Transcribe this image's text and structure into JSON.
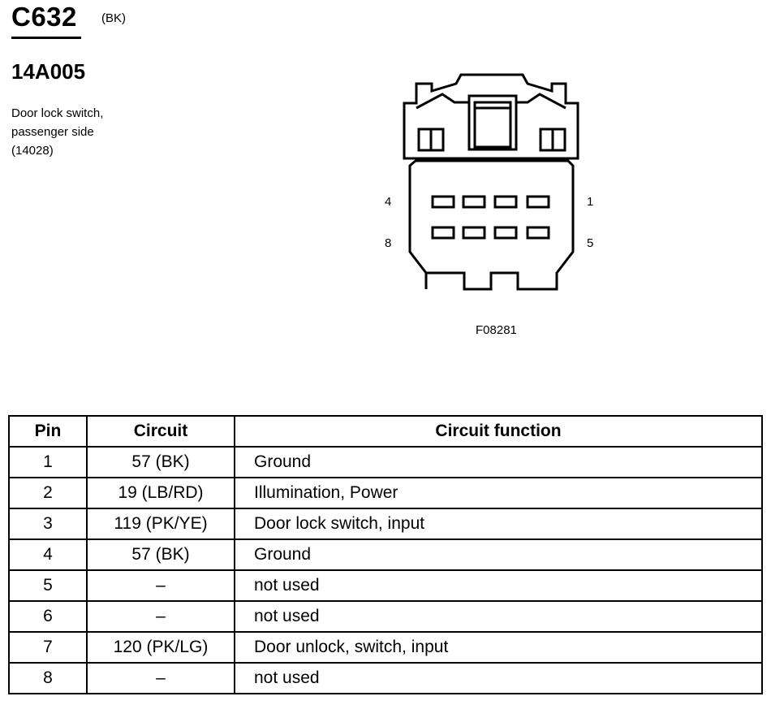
{
  "header": {
    "connector_id": "C632",
    "connector_color": "(BK)",
    "part_number": "14A005",
    "description_lines": [
      "Door lock switch,",
      "passenger side",
      "(14028)"
    ]
  },
  "diagram": {
    "pin_labels": {
      "top_left": "4",
      "top_right": "1",
      "bottom_left": "8",
      "bottom_right": "5"
    },
    "figure_code": "F08281"
  },
  "table": {
    "headers": {
      "pin": "Pin",
      "circuit": "Circuit",
      "function": "Circuit function"
    },
    "rows": [
      {
        "pin": "1",
        "circuit": "57 (BK)",
        "function": "Ground"
      },
      {
        "pin": "2",
        "circuit": "19 (LB/RD)",
        "function": "Illumination, Power"
      },
      {
        "pin": "3",
        "circuit": "119 (PK/YE)",
        "function": "Door lock switch, input"
      },
      {
        "pin": "4",
        "circuit": "57 (BK)",
        "function": "Ground"
      },
      {
        "pin": "5",
        "circuit": "–",
        "function": "not used"
      },
      {
        "pin": "6",
        "circuit": "–",
        "function": "not used"
      },
      {
        "pin": "7",
        "circuit": "120 (PK/LG)",
        "function": "Door unlock, switch, input"
      },
      {
        "pin": "8",
        "circuit": "–",
        "function": "not used"
      }
    ]
  }
}
